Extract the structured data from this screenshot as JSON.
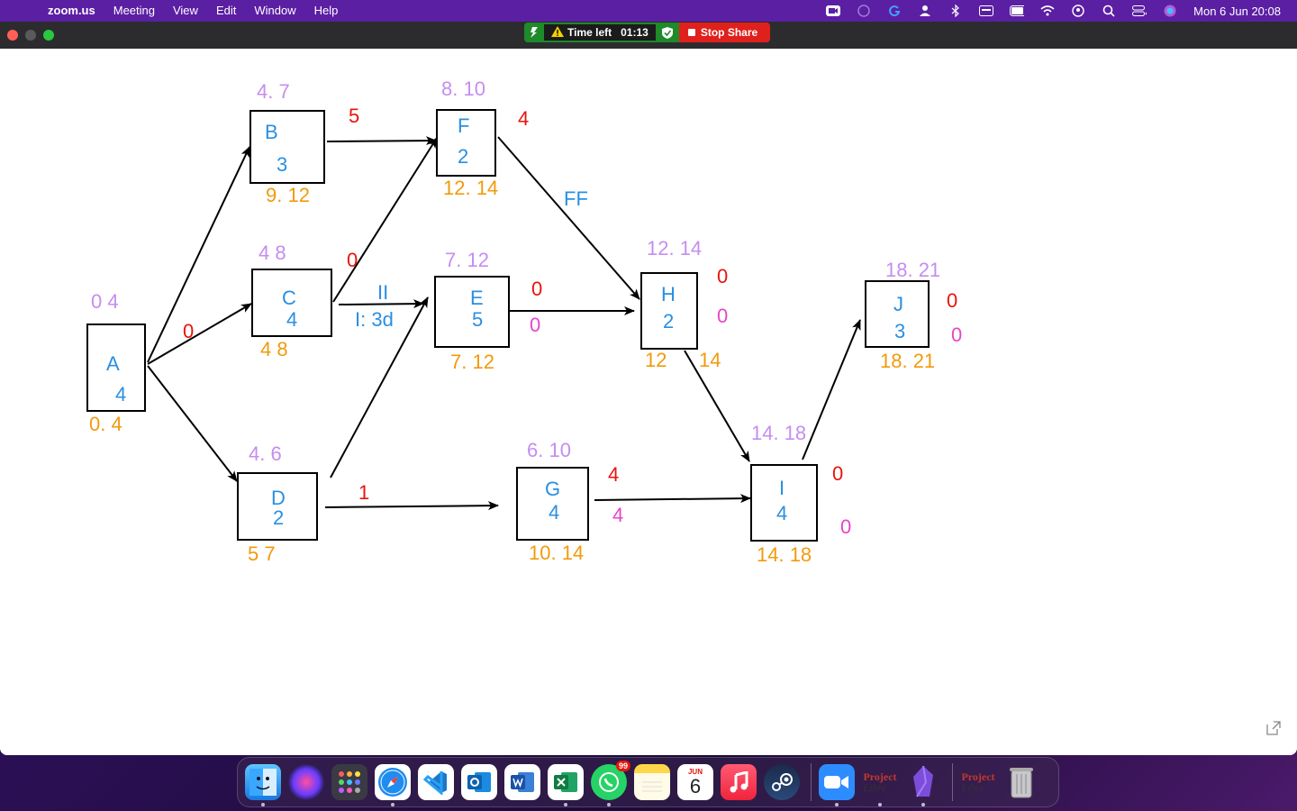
{
  "menubar": {
    "app_name": "zoom.us",
    "menus": [
      "Meeting",
      "View",
      "Edit",
      "Window",
      "Help"
    ],
    "clock": "Mon 6 Jun  20:08"
  },
  "share_toolbar": {
    "timer_label": "Time left",
    "timer_value": "01:13",
    "stop_label": "Stop Share"
  },
  "diagram": {
    "nodes": {
      "A": {
        "name": "A",
        "duration": "4"
      },
      "B": {
        "name": "B",
        "duration": "3"
      },
      "C": {
        "name": "C",
        "duration": "4"
      },
      "D": {
        "name": "D",
        "duration": "2"
      },
      "E": {
        "name": "E",
        "duration": "5"
      },
      "F": {
        "name": "F",
        "duration": "2"
      },
      "G": {
        "name": "G",
        "duration": "4"
      },
      "H": {
        "name": "H",
        "duration": "2"
      },
      "I": {
        "name": "I",
        "duration": "4"
      },
      "J": {
        "name": "J",
        "duration": "3"
      }
    },
    "early": {
      "A": "0    4",
      "B": "4.    7",
      "C": "4     8",
      "D": "4.     6",
      "E": "7.      12",
      "F": "8.  10",
      "G": "6.     10",
      "H": "12. 14",
      "I": "14.  18",
      "J": "18. 21"
    },
    "late": {
      "A": "0.     4",
      "B": "9.      12",
      "C": "4          8",
      "D": "5          7",
      "E": "7.     12",
      "F": "12.   14",
      "G": "10.       14",
      "H1": "12",
      "H2": "14",
      "I": "14.   18",
      "J": "18.  21"
    },
    "float_red": {
      "B": "5",
      "F": "4",
      "C": "0",
      "A": "0",
      "E": "0",
      "D": "1",
      "G": "4",
      "H": "0",
      "I": "0",
      "J": "0"
    },
    "float_magenta": {
      "E": "0",
      "G": "4",
      "H": "0",
      "I": "0",
      "J": "0"
    },
    "annotations": {
      "ff": "FF",
      "ii": "II",
      "lag": "I: 3d"
    }
  },
  "dock": {
    "whatsapp_badge": "99",
    "calendar_month": "JUN",
    "calendar_day": "6",
    "project_libre_1": "Project",
    "project_libre_1b": "Libre",
    "project_libre_2": "Project",
    "project_libre_2b": "Libre"
  }
}
